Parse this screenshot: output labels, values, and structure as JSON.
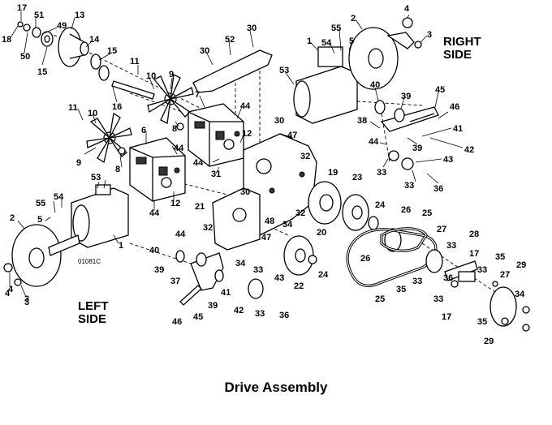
{
  "caption": "Drive Assembly",
  "side_labels": {
    "right_line1": "RIGHT",
    "right_line2": "SIDE",
    "left_line1": "LEFT",
    "left_line2": "SIDE"
  },
  "figure_code": "01081C",
  "callouts": [
    "17",
    "18",
    "51",
    "50",
    "49",
    "15",
    "13",
    "14",
    "15",
    "16",
    "11",
    "10",
    "9",
    "8",
    "52",
    "30",
    "30",
    "7",
    "44",
    "12",
    "44",
    "31",
    "6",
    "44",
    "9",
    "8",
    "12",
    "44",
    "11",
    "10",
    "53",
    "55",
    "54",
    "5",
    "2",
    "4",
    "3",
    "1",
    "4",
    "3",
    "55",
    "54",
    "5",
    "2",
    "1",
    "53",
    "4",
    "3",
    "40",
    "39",
    "45",
    "46",
    "38",
    "41",
    "42",
    "44",
    "39",
    "33",
    "43",
    "33",
    "36",
    "32",
    "47",
    "30",
    "19",
    "23",
    "24",
    "30",
    "21",
    "32",
    "32",
    "20",
    "48",
    "34",
    "47",
    "34",
    "44",
    "40",
    "39",
    "37",
    "41",
    "33",
    "43",
    "46",
    "45",
    "39",
    "42",
    "33",
    "36",
    "22",
    "24",
    "26",
    "25",
    "26",
    "35",
    "33",
    "25",
    "27",
    "33",
    "36",
    "28",
    "17",
    "35",
    "33",
    "27",
    "29",
    "34",
    "17",
    "33",
    "35",
    "29"
  ]
}
